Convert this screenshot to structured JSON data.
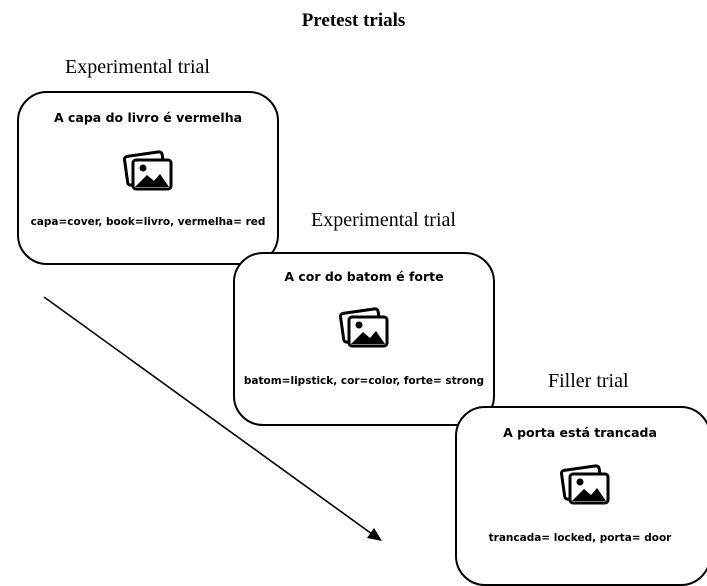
{
  "title": "Pretest trials",
  "cards": [
    {
      "label": "Experimental trial",
      "sentence": "A capa do livro é vermelha",
      "gloss": "capa=cover, book=livro, vermelha= red",
      "icon": "image-icon"
    },
    {
      "label": "Experimental trial",
      "sentence": "A cor do batom é forte",
      "gloss": "batom=lipstick, cor=color, forte= strong",
      "icon": "image-icon"
    },
    {
      "label": "Filler trial",
      "sentence": "A porta está trancada",
      "gloss": "trancada= locked, porta= door",
      "icon": "image-icon"
    }
  ]
}
